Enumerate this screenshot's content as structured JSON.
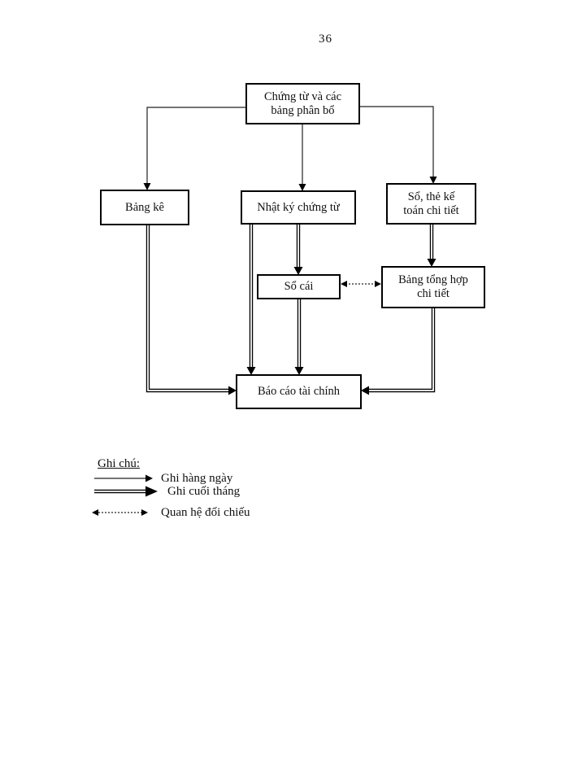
{
  "page": {
    "number": "36"
  },
  "diagram": {
    "nodes": {
      "chung_tu": "Chứng từ và các\nbảng phân bổ",
      "bang_ke": "Bảng kê",
      "nhat_ky": "Nhật ký chứng từ",
      "so_the": "Sổ, thẻ kế\ntoán chi tiết",
      "so_cai": "Sổ cái",
      "bang_tong_hop": "Bảng tổng hợp\nchi tiết",
      "bao_cao": "Báo cáo tài chính"
    },
    "edges": [
      {
        "from": "chung_tu",
        "to": "bang_ke",
        "type": "ghi_hang_ngay"
      },
      {
        "from": "chung_tu",
        "to": "nhat_ky",
        "type": "ghi_hang_ngay"
      },
      {
        "from": "chung_tu",
        "to": "so_the",
        "type": "ghi_hang_ngay"
      },
      {
        "from": "bang_ke",
        "to": "bao_cao",
        "type": "ghi_cuoi_thang"
      },
      {
        "from": "nhat_ky",
        "to": "bao_cao",
        "type": "ghi_cuoi_thang"
      },
      {
        "from": "nhat_ky",
        "to": "so_cai",
        "type": "ghi_cuoi_thang"
      },
      {
        "from": "so_cai",
        "to": "bao_cao",
        "type": "ghi_cuoi_thang"
      },
      {
        "from": "so_the",
        "to": "bang_tong_hop",
        "type": "ghi_cuoi_thang"
      },
      {
        "from": "bang_tong_hop",
        "to": "bao_cao",
        "type": "ghi_cuoi_thang"
      },
      {
        "from": "so_cai",
        "to": "bang_tong_hop",
        "type": "quan_he_doi_chieu",
        "bidirectional": true
      }
    ]
  },
  "legend": {
    "title": "Ghi chú:",
    "items": [
      {
        "style": "single-arrow",
        "label": "Ghi hàng ngày"
      },
      {
        "style": "double-arrow",
        "label": "Ghi cuối tháng"
      },
      {
        "style": "dashed-double-arrow",
        "label": "Quan hệ đối chiếu"
      }
    ]
  }
}
